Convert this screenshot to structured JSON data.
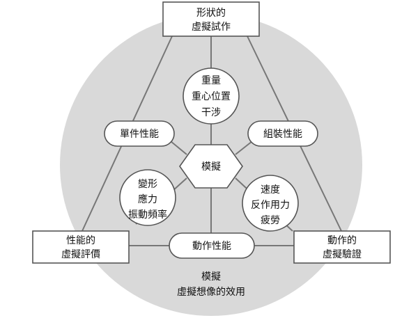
{
  "colors": {
    "background_disc": "#d9d9d9",
    "node_fill": "#ffffff",
    "node_stroke": "#555555",
    "edge": "#777777",
    "text": "#111111"
  },
  "nodes": {
    "shape_virtual_prototype": {
      "line1": "形狀的",
      "line2": "虛擬試作"
    },
    "performance_virtual_evaluation": {
      "line1": "性能的",
      "line2": "虛擬評價"
    },
    "motion_virtual_verification": {
      "line1": "動作的",
      "line2": "虛擬驗證"
    },
    "weight_interference": {
      "line1": "重量",
      "line2": "重心位置",
      "line3": "干涉"
    },
    "deformation_stress": {
      "line1": "變形",
      "line2": "應力",
      "line3": "振動頻率"
    },
    "speed_reaction": {
      "line1": "速度",
      "line2": "反作用力",
      "line3": "疲勞"
    },
    "unit_performance": {
      "label": "單件性能"
    },
    "assembly_performance": {
      "label": "組裝性能"
    },
    "motion_performance": {
      "label": "動作性能"
    },
    "simulation_center": {
      "label": "模擬"
    }
  },
  "caption": {
    "line1": "模擬",
    "line2": "虛擬想像的效用"
  }
}
